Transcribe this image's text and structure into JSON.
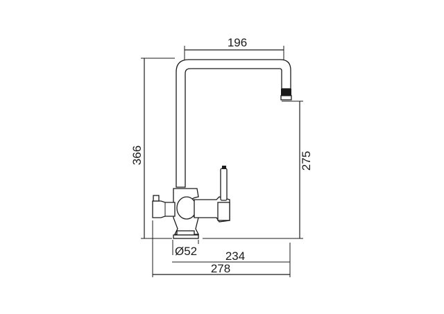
{
  "dimensions": {
    "spout_reach": "196",
    "total_height": "366",
    "spout_height": "275",
    "base_diameter": "Ø52",
    "width_234": "234",
    "width_278": "278"
  }
}
